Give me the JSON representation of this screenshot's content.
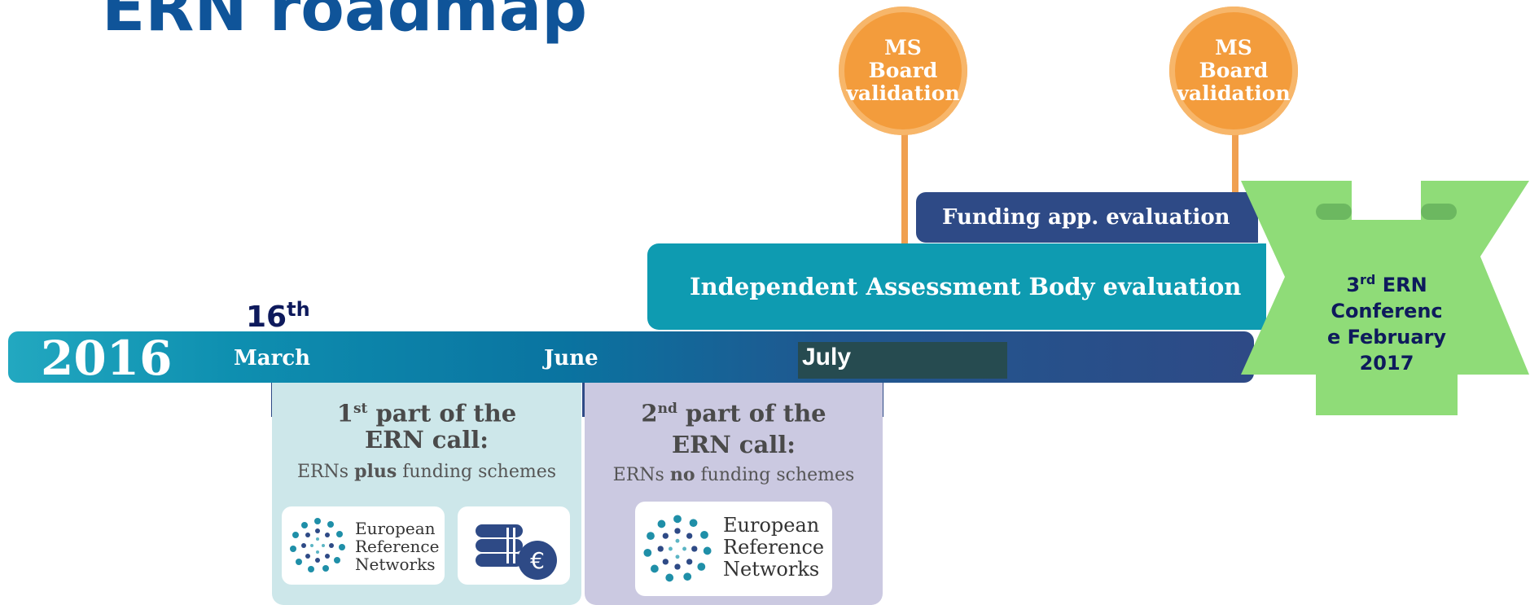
{
  "title": "ERN roadmap",
  "milestones": [
    {
      "line1": "MS",
      "line2": "Board",
      "line3": "validation"
    },
    {
      "line1": "MS",
      "line2": "Board",
      "line3": "validation"
    }
  ],
  "bars": {
    "funding": "Funding app. evaluation",
    "iab": "Independent Assessment Body evaluation"
  },
  "timeline": {
    "year": "2016",
    "day_number": "16",
    "day_suffix": "th",
    "months": [
      "March",
      "June",
      "July"
    ]
  },
  "calls": [
    {
      "ordinal": "1",
      "ordinal_suffix": "st",
      "title_rest": " part of the",
      "title_line2": "ERN call:",
      "sub_pre": "ERNs ",
      "sub_bold": "plus",
      "sub_post": " funding schemes"
    },
    {
      "ordinal": "2",
      "ordinal_suffix": "nd",
      "title_rest": " part of the",
      "title_line2": "ERN call:",
      "sub_pre": "ERNs ",
      "sub_bold": "no",
      "sub_post": " funding schemes"
    }
  ],
  "logo": {
    "line1": "European",
    "line2": "Reference",
    "line3": "Networks"
  },
  "conference": {
    "ordinal": "3",
    "ordinal_suffix": "rd",
    "line1_rest": " ERN",
    "line2": "Conferenc",
    "line3": "e February",
    "line4": "2017"
  },
  "colors": {
    "title": "#0f5499",
    "milestone": "#f39c3c",
    "funding_bar": "#2e4a86",
    "iab_bar": "#0e9bb1",
    "panel_1": "#cde7ea",
    "panel_2": "#cbc9e1",
    "conference": "#8fdc78"
  },
  "icons": [
    "ern-logo-icon",
    "coins-euro-icon"
  ]
}
